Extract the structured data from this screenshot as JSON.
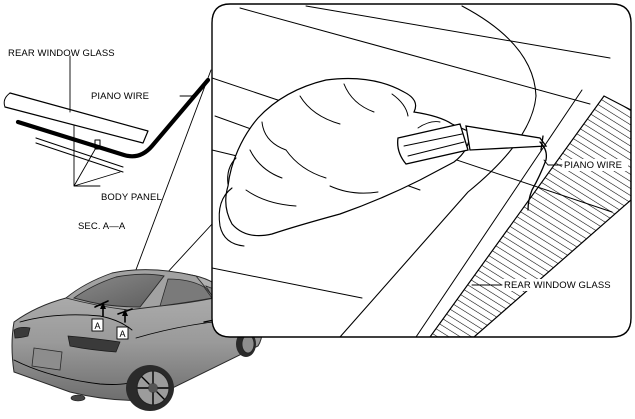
{
  "labels": {
    "rear_window_glass_section": "REAR WINDOW GLASS",
    "piano_wire_section": "PIANO WIRE",
    "body_panel": "BODY PANEL",
    "section_caption": "SEC. A—A",
    "piano_wire_detail": "PIANO WIRE",
    "rear_window_glass_detail": "REAR WINDOW GLASS",
    "marker_a_1": "A",
    "marker_a_2": "A"
  }
}
